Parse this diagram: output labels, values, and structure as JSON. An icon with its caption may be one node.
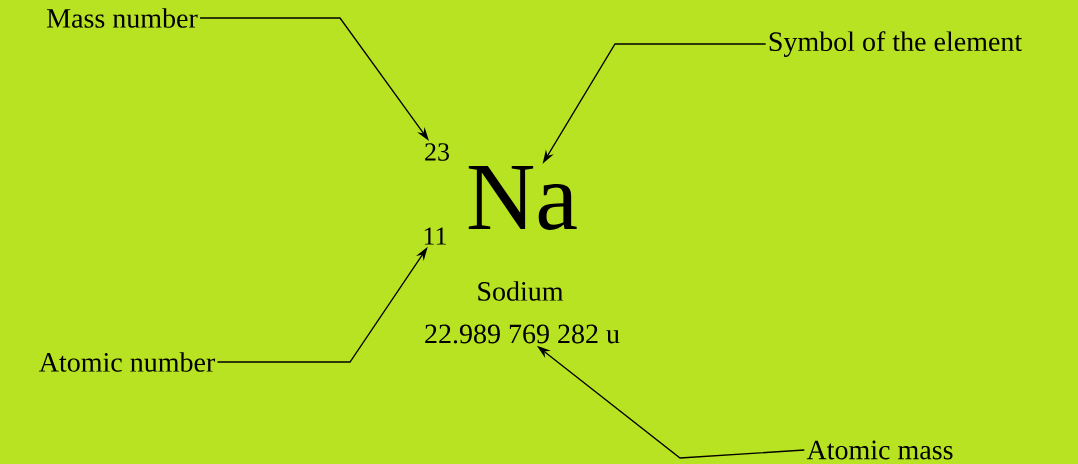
{
  "diagram": {
    "nodes": [
      {
        "text": [
          "Mass number"
        ]
      },
      {
        "text": [
          "Symbol of the element"
        ]
      },
      {
        "text": [
          "Atomic number"
        ]
      },
      {
        "text": [
          "Atomic mass"
        ]
      },
      {
        "text": [
          "23"
        ]
      },
      {
        "text": [
          "Na"
        ]
      },
      {
        "text": [
          "11"
        ]
      },
      {
        "text": [
          "22.989 769 282 u"
        ]
      }
    ],
    "edges": [
      {
        "from": 0,
        "to": 4,
        "arrow": "to"
      },
      {
        "from": 1,
        "to": 5,
        "arrow": "to"
      },
      {
        "from": 2,
        "to": 6,
        "arrow": "to"
      },
      {
        "from": 3,
        "to": 7,
        "arrow": "to"
      }
    ],
    "labels": [
      "Sodium"
    ]
  }
}
